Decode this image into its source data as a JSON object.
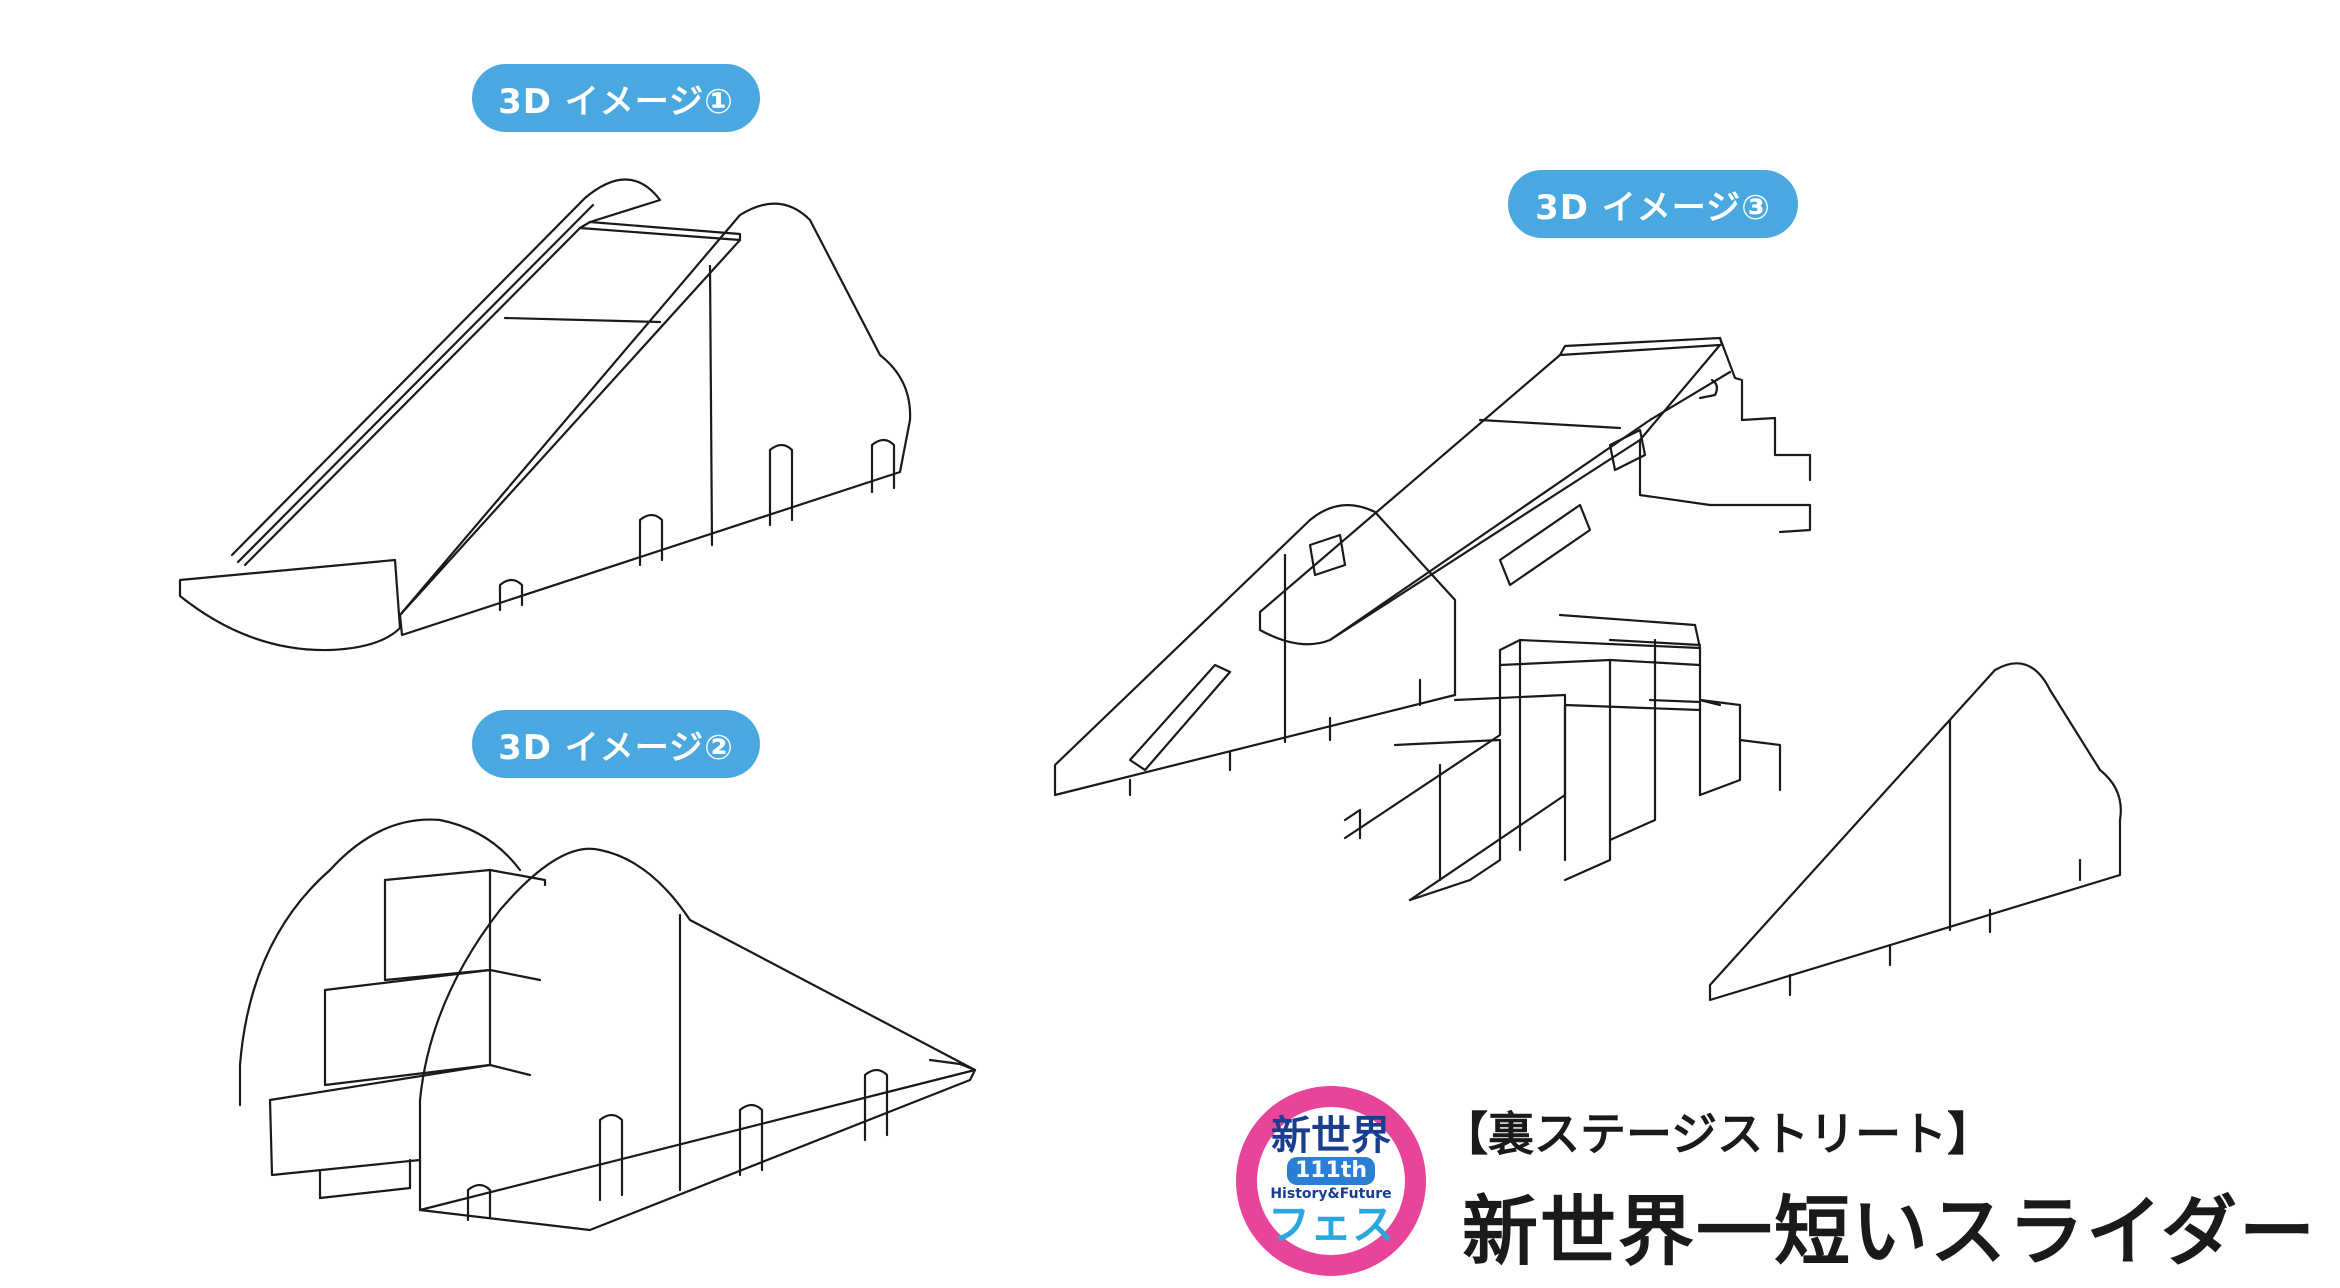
{
  "labels": {
    "image1": "3D イメージ①",
    "image2": "3D イメージ②",
    "image3": "3D イメージ③"
  },
  "logo": {
    "line1": "新世界",
    "line2": "111th",
    "line3": "History&Future",
    "line4": "フェス"
  },
  "header": {
    "subtitle": "【裏ステージストリート】",
    "title": "新世界一短いスライダー"
  },
  "colors": {
    "pill": "#4aa8e0",
    "logo_ring": "#e8459a"
  }
}
